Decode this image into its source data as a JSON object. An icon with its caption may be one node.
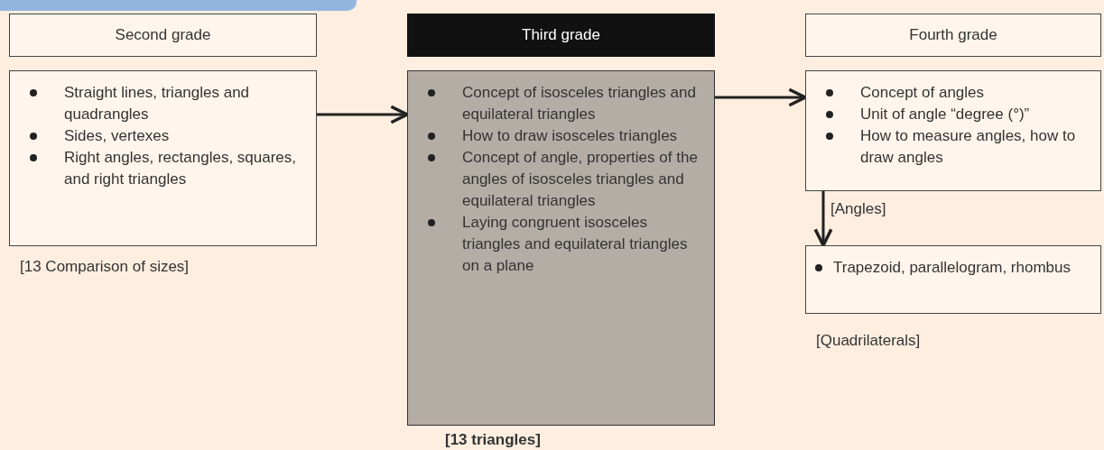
{
  "diagram": {
    "nodes": [
      {
        "text": [
          "Second grade"
        ]
      },
      {
        "text": [
          "Straight lines, triangles and quadrangles",
          "Sides, vertexes",
          "Right angles, rectangles, squares, and right triangles"
        ],
        "beside": [
          "[13 Comparison of sizes]"
        ]
      },
      {
        "text": [
          "Third grade"
        ]
      },
      {
        "text": [
          "Concept of isosceles triangles and equilateral triangles",
          "How to draw isosceles triangles",
          "Concept of angle, properties of the angles of isosceles triangles and equilateral triangles",
          "Laying congruent isosceles triangles and equilateral triangles on a plane"
        ],
        "beside": [
          "[13 triangles]"
        ]
      },
      {
        "text": [
          "Fourth grade"
        ]
      },
      {
        "text": [
          "Concept of angles",
          "Unit of angle “degree (°)”",
          "How to measure angles, how to draw angles"
        ]
      },
      {
        "text": [
          "Trapezoid, parallelogram, rhombus"
        ],
        "beside": [
          "[Quadrilaterals]"
        ]
      }
    ],
    "edges": [
      {
        "from": 1,
        "to": 3,
        "arrow": "to"
      },
      {
        "from": 3,
        "to": 5,
        "arrow": "to"
      },
      {
        "from": 5,
        "to": 6,
        "arrow": "to",
        "label": "[Angles]"
      }
    ]
  }
}
